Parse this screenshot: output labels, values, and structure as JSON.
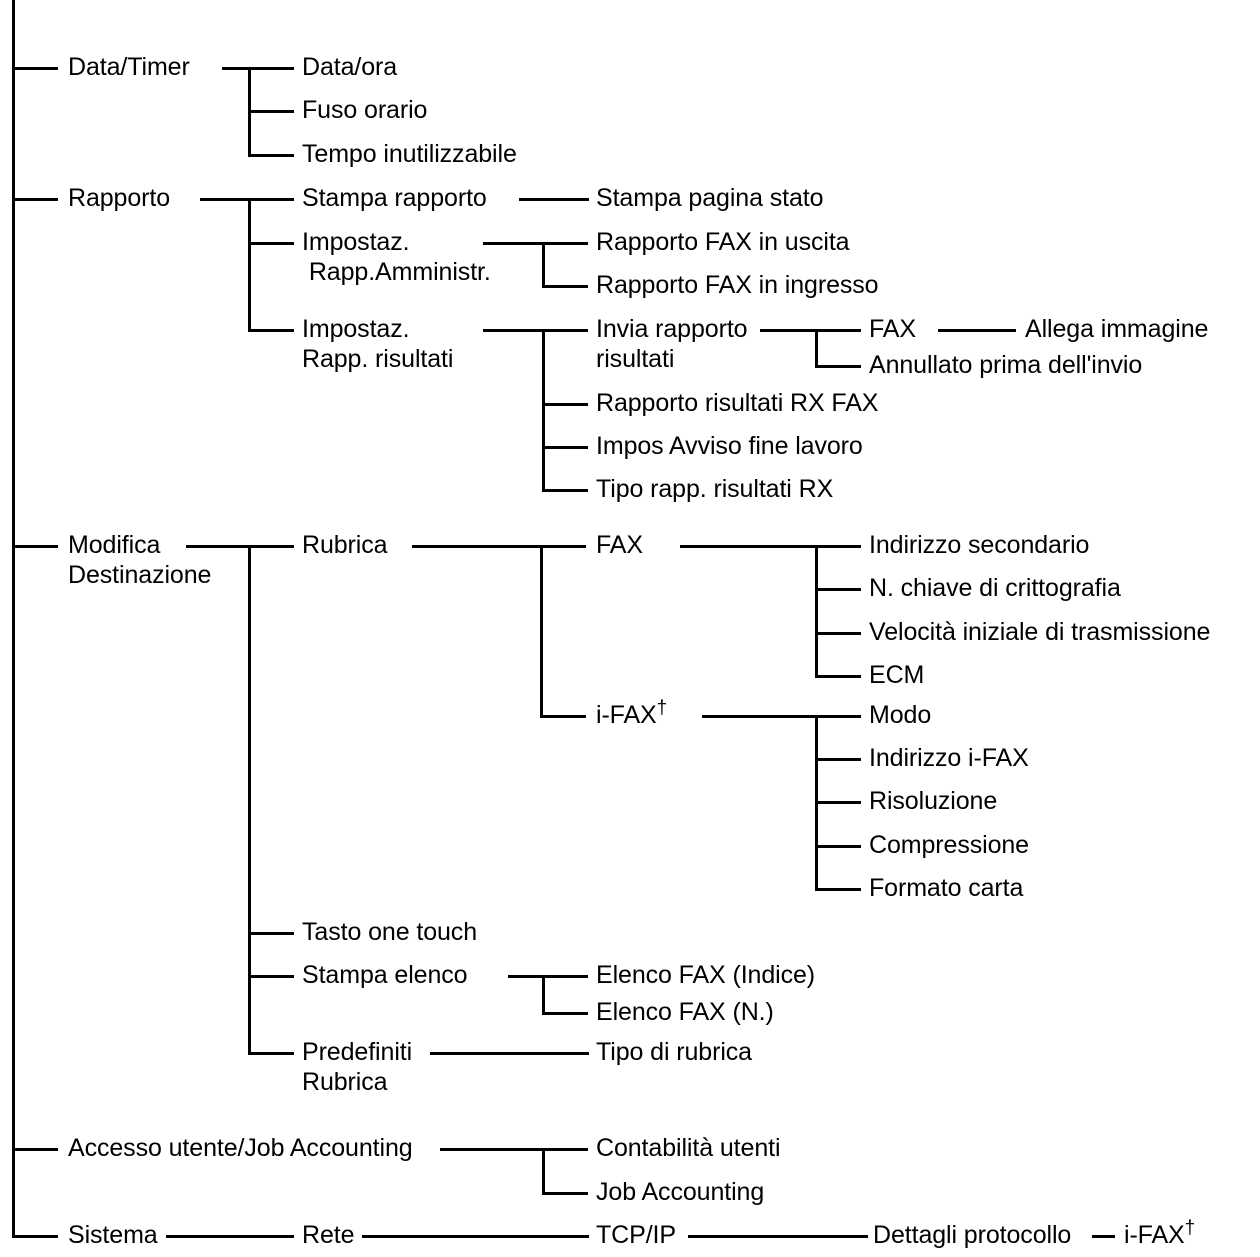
{
  "diagram": {
    "type": "menu-tree",
    "title": "",
    "footnote_marker": "†",
    "nodes": {
      "data_timer": "Data/Timer",
      "data_ora": "Data/ora",
      "fuso_orario": "Fuso orario",
      "tempo_inutilizzabile": "Tempo inutilizzabile",
      "rapporto": "Rapporto",
      "stampa_rapporto": "Stampa rapporto",
      "stampa_pagina_stato": "Stampa pagina stato",
      "impostaz_rapp_amministr_l1": "Impostaz.",
      "impostaz_rapp_amministr_l2": " Rapp.Amministr.",
      "rapporto_fax_uscita": "Rapporto FAX in uscita",
      "rapporto_fax_ingresso": "Rapporto FAX in ingresso",
      "impostaz_rapp_risultati_l1": "Impostaz.",
      "impostaz_rapp_risultati_l2": "Rapp. risultati",
      "invia_rapporto_l1": "Invia rapporto",
      "invia_rapporto_l2": "risultati",
      "fax": "FAX",
      "allega_immagine": "Allega immagine",
      "annullato_prima": "Annullato prima dell'invio",
      "rapporto_risultati_rx_fax": "Rapporto risultati RX FAX",
      "impos_avviso_fine_lavoro": "Impos Avviso fine lavoro",
      "tipo_rapp_risultati_rx": "Tipo rapp. risultati RX",
      "modifica_destinazione_l1": "Modifica",
      "modifica_destinazione_l2": "Destinazione",
      "rubrica": "Rubrica",
      "fax2": "FAX",
      "indirizzo_secondario": "Indirizzo secondario",
      "n_chiave_crittografia": "N. chiave di crittografia",
      "velocita_iniziale": "Velocità iniziale di trasmissione",
      "ecm": "ECM",
      "i_fax": "i-FAX",
      "modo": "Modo",
      "indirizzo_i_fax": "Indirizzo i-FAX",
      "risoluzione": "Risoluzione",
      "compressione": "Compressione",
      "formato_carta": "Formato carta",
      "tasto_one_touch": "Tasto one touch",
      "stampa_elenco": "Stampa elenco",
      "elenco_fax_indice": "Elenco FAX (Indice)",
      "elenco_fax_n": "Elenco FAX (N.)",
      "predefiniti_rubrica_l1": "Predefiniti",
      "predefiniti_rubrica_l2": "Rubrica",
      "tipo_di_rubrica": "Tipo di rubrica",
      "accesso_utente_job_accounting": "Accesso utente/Job Accounting",
      "contabilita_utenti": "Contabilità utenti",
      "job_accounting": "Job Accounting",
      "sistema": "Sistema",
      "rete": "Rete",
      "tcp_ip": "TCP/IP",
      "dettagli_protocollo": "Dettagli protocollo",
      "i_fax_protocol": "i-FAX"
    }
  }
}
